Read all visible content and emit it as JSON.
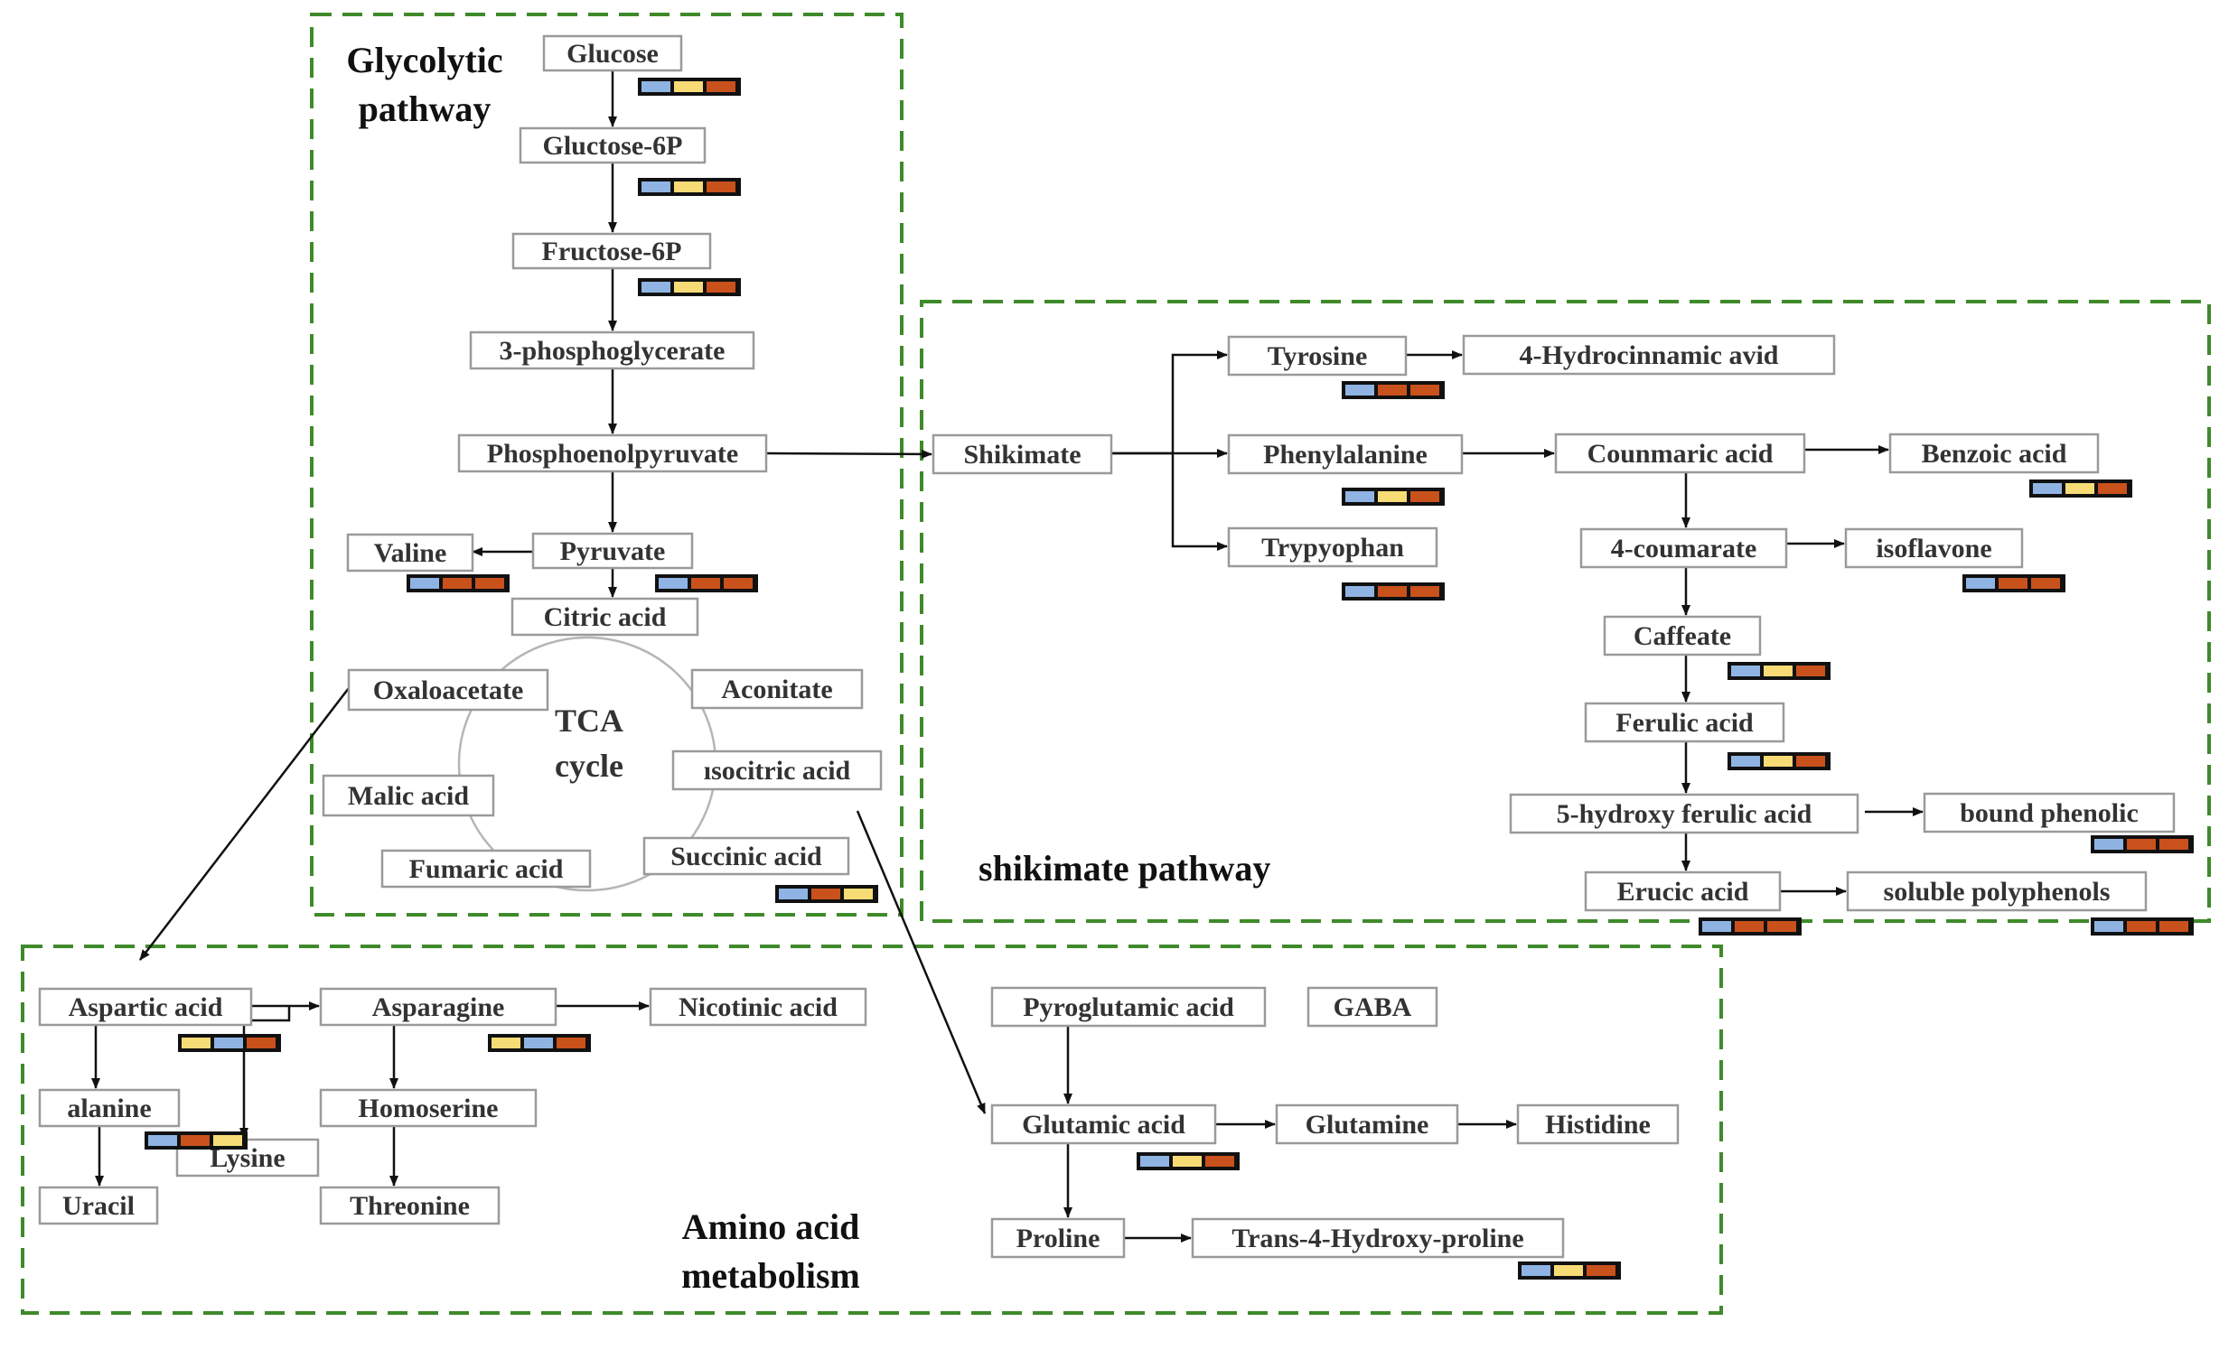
{
  "colors": {
    "light_blue": "#8fb4e3",
    "yellow": "#f7dc76",
    "orange": "#c9511c",
    "region_border": "#3f8a2a"
  },
  "regions": {
    "glycolytic": "Glycolytic\npathway",
    "shikimate": "shikimate pathway",
    "amino": "Amino acid\nmetabolism"
  },
  "tca_label": "TCA\ncycle",
  "nodes": {
    "glucose": "Glucose",
    "glucose6p": "Gluctose-6P",
    "fructose6p": "Fructose-6P",
    "pg3": "3-phosphoglycerate",
    "pep": "Phosphoenolpyruvate",
    "pyruvate": "Pyruvate",
    "valine": "Valine",
    "citric": "Citric acid",
    "oxaloacetate": "Oxaloacetate",
    "aconitate": "Aconitate",
    "isocitric": "ısocitric acid",
    "malic": "Malic acid",
    "fumaric": "Fumaric acid",
    "succinic": "Succinic acid",
    "shikimate": "Shikimate",
    "tyrosine": "Tyrosine",
    "hydrocinnamic": "4-Hydrocinnamic avid",
    "phenylalanine": "Phenylalanine",
    "counmaric": "Counmaric acid",
    "benzoic": "Benzoic acid",
    "trypyophan": "Trypyophan",
    "coumarate": "4-coumarate",
    "isoflavone": "isoflavone",
    "caffeate": "Caffeate",
    "ferulic": "Ferulic acid",
    "hydroxyferulic": "5-hydroxy ferulic acid",
    "bound_phenolic": "bound phenolic",
    "erucic": "Erucic acid",
    "soluble_polyphenols": "soluble polyphenols",
    "aspartic": "Aspartic acid",
    "asparagine": "Asparagine",
    "nicotinic": "Nicotinic acid",
    "alanine": "alanine",
    "lysine": "Lysine",
    "uracil": "Uracil",
    "homoserine": "Homoserine",
    "threonine": "Threonine",
    "pyroglutamic": "Pyroglutamic acid",
    "gaba": "GABA",
    "glutamic": "Glutamic acid",
    "glutamine": "Glutamine",
    "histidine": "Histidine",
    "proline": "Proline",
    "hydroxyproline": "Trans-4-Hydroxy-proline"
  },
  "indicators": {
    "glucose": [
      "light_blue",
      "yellow",
      "orange"
    ],
    "glucose6p": [
      "light_blue",
      "yellow",
      "orange"
    ],
    "fructose6p": [
      "light_blue",
      "yellow",
      "orange"
    ],
    "pyruvate": [
      "light_blue",
      "orange",
      "orange"
    ],
    "valine": [
      "light_blue",
      "orange",
      "orange"
    ],
    "succinic": [
      "light_blue",
      "orange",
      "yellow"
    ],
    "tyrosine": [
      "light_blue",
      "orange",
      "orange"
    ],
    "phenylalanine": [
      "light_blue",
      "yellow",
      "orange"
    ],
    "trypyophan": [
      "light_blue",
      "orange",
      "orange"
    ],
    "benzoic": [
      "light_blue",
      "yellow",
      "orange"
    ],
    "isoflavone": [
      "light_blue",
      "orange",
      "orange"
    ],
    "caffeate": [
      "light_blue",
      "yellow",
      "orange"
    ],
    "ferulic": [
      "light_blue",
      "yellow",
      "orange"
    ],
    "bound_phenolic": [
      "light_blue",
      "orange",
      "orange"
    ],
    "erucic": [
      "light_blue",
      "orange",
      "orange"
    ],
    "soluble_polyphenols": [
      "light_blue",
      "orange",
      "orange"
    ],
    "aspartic": [
      "yellow",
      "light_blue",
      "orange"
    ],
    "asparagine": [
      "yellow",
      "light_blue",
      "orange"
    ],
    "alanine": [
      "light_blue",
      "orange",
      "yellow"
    ],
    "glutamic": [
      "light_blue",
      "yellow",
      "orange"
    ],
    "hydroxyproline": [
      "light_blue",
      "yellow",
      "orange"
    ]
  }
}
